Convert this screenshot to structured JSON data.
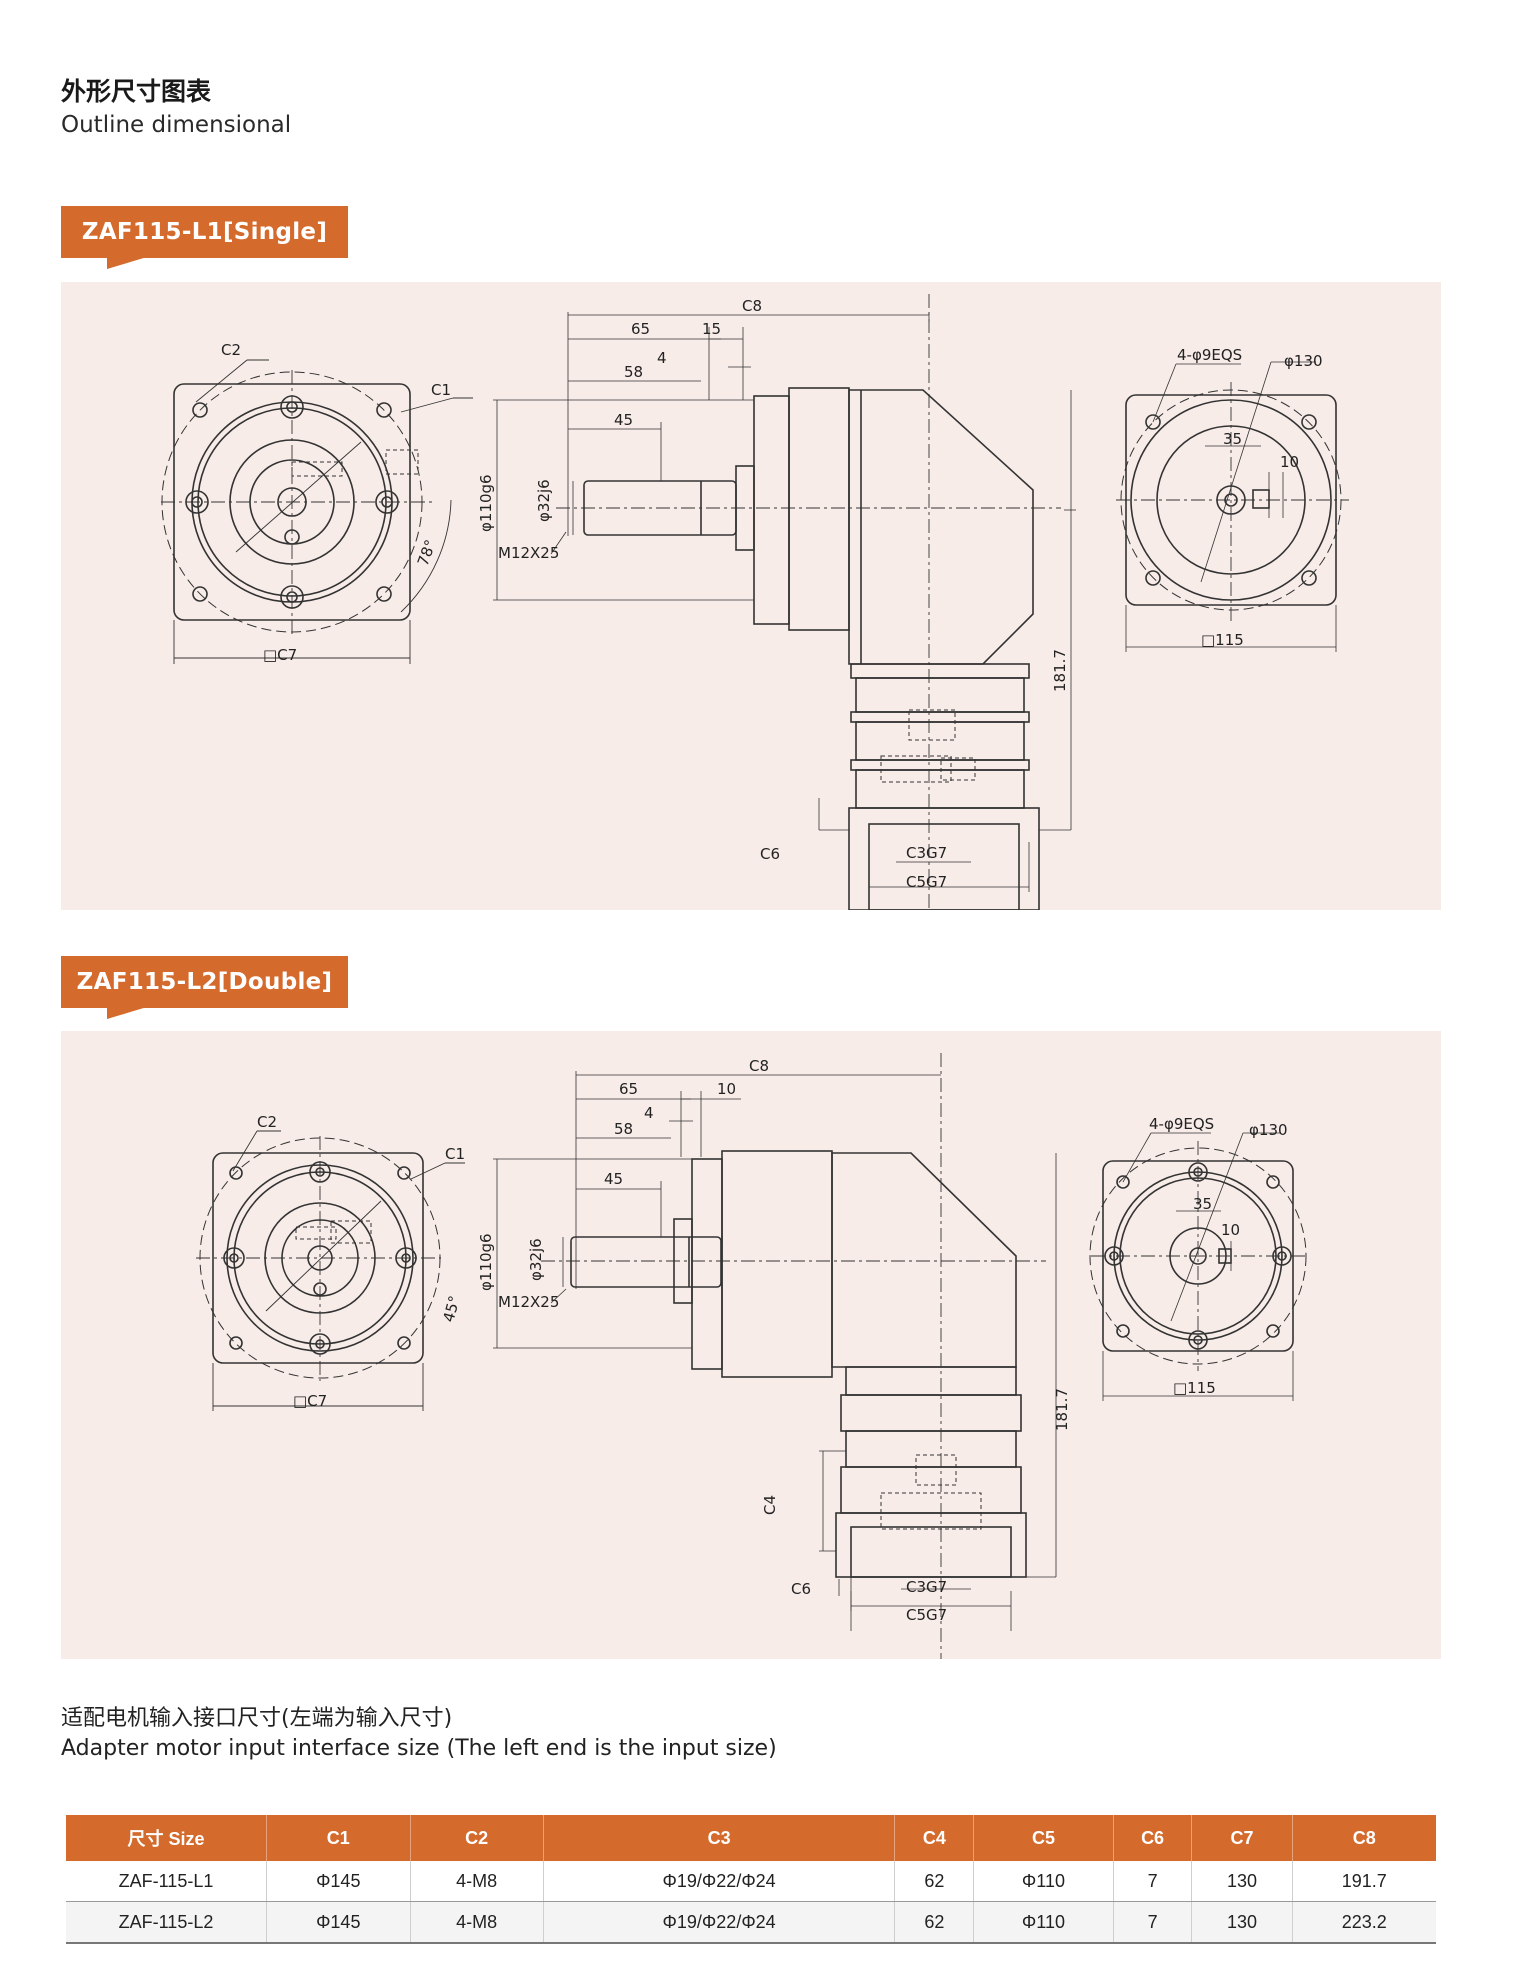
{
  "header": {
    "title_cn": "外形尺寸图表",
    "title_en": "Outline dimensional"
  },
  "sections": [
    {
      "tab": "ZAF115-L1[Single]",
      "labels": {
        "c2": "C2",
        "c1": "C1",
        "c7": "□C7",
        "ang": "78°",
        "c8": "C8",
        "d65": "65",
        "d15": "15",
        "d4": "4",
        "d58": "58",
        "d45": "45",
        "d110": "φ110g6",
        "d32": "φ32j6",
        "m12": "M12X25",
        "h181": "181.7",
        "c6": "C6",
        "c3": "C3G7",
        "c5": "C5G7",
        "holes": "4-φ9EQS",
        "d130": "φ130",
        "d35": "35",
        "d10": "10",
        "sq115": "□115"
      }
    },
    {
      "tab": "ZAF115-L2[Double]",
      "labels": {
        "c2": "C2",
        "c1": "C1",
        "c7": "□C7",
        "ang": "45°",
        "c8": "C8",
        "d65": "65",
        "d10top": "10",
        "d4": "4",
        "d58": "58",
        "d45": "45",
        "d110": "φ110g6",
        "d32": "φ32j6",
        "m12": "M12X25",
        "h181": "181.7",
        "c4": "C4",
        "c6": "C6",
        "c3": "C3G7",
        "c5": "C5G7",
        "holes": "4-φ9EQS",
        "d130": "φ130",
        "d35": "35",
        "d10": "10",
        "sq115": "□115"
      }
    }
  ],
  "adapter": {
    "title_cn": "适配电机输入接口尺寸(左端为输入尺寸)",
    "title_en": "Adapter motor input interface size (The left end is the input size)"
  },
  "table": {
    "headers": [
      "尺寸 Size",
      "C1",
      "C2",
      "C3",
      "C4",
      "C5",
      "C6",
      "C7",
      "C8"
    ],
    "rows": [
      [
        "ZAF-115-L1",
        "Φ145",
        "4-M8",
        "Φ19/Φ22/Φ24",
        "62",
        "Φ110",
        "7",
        "130",
        "191.7"
      ],
      [
        "ZAF-115-L2",
        "Φ145",
        "4-M8",
        "Φ19/Φ22/Φ24",
        "62",
        "Φ110",
        "7",
        "130",
        "223.2"
      ]
    ]
  },
  "colors": {
    "accent": "#d46a2c",
    "panel": "#f7ece8"
  }
}
